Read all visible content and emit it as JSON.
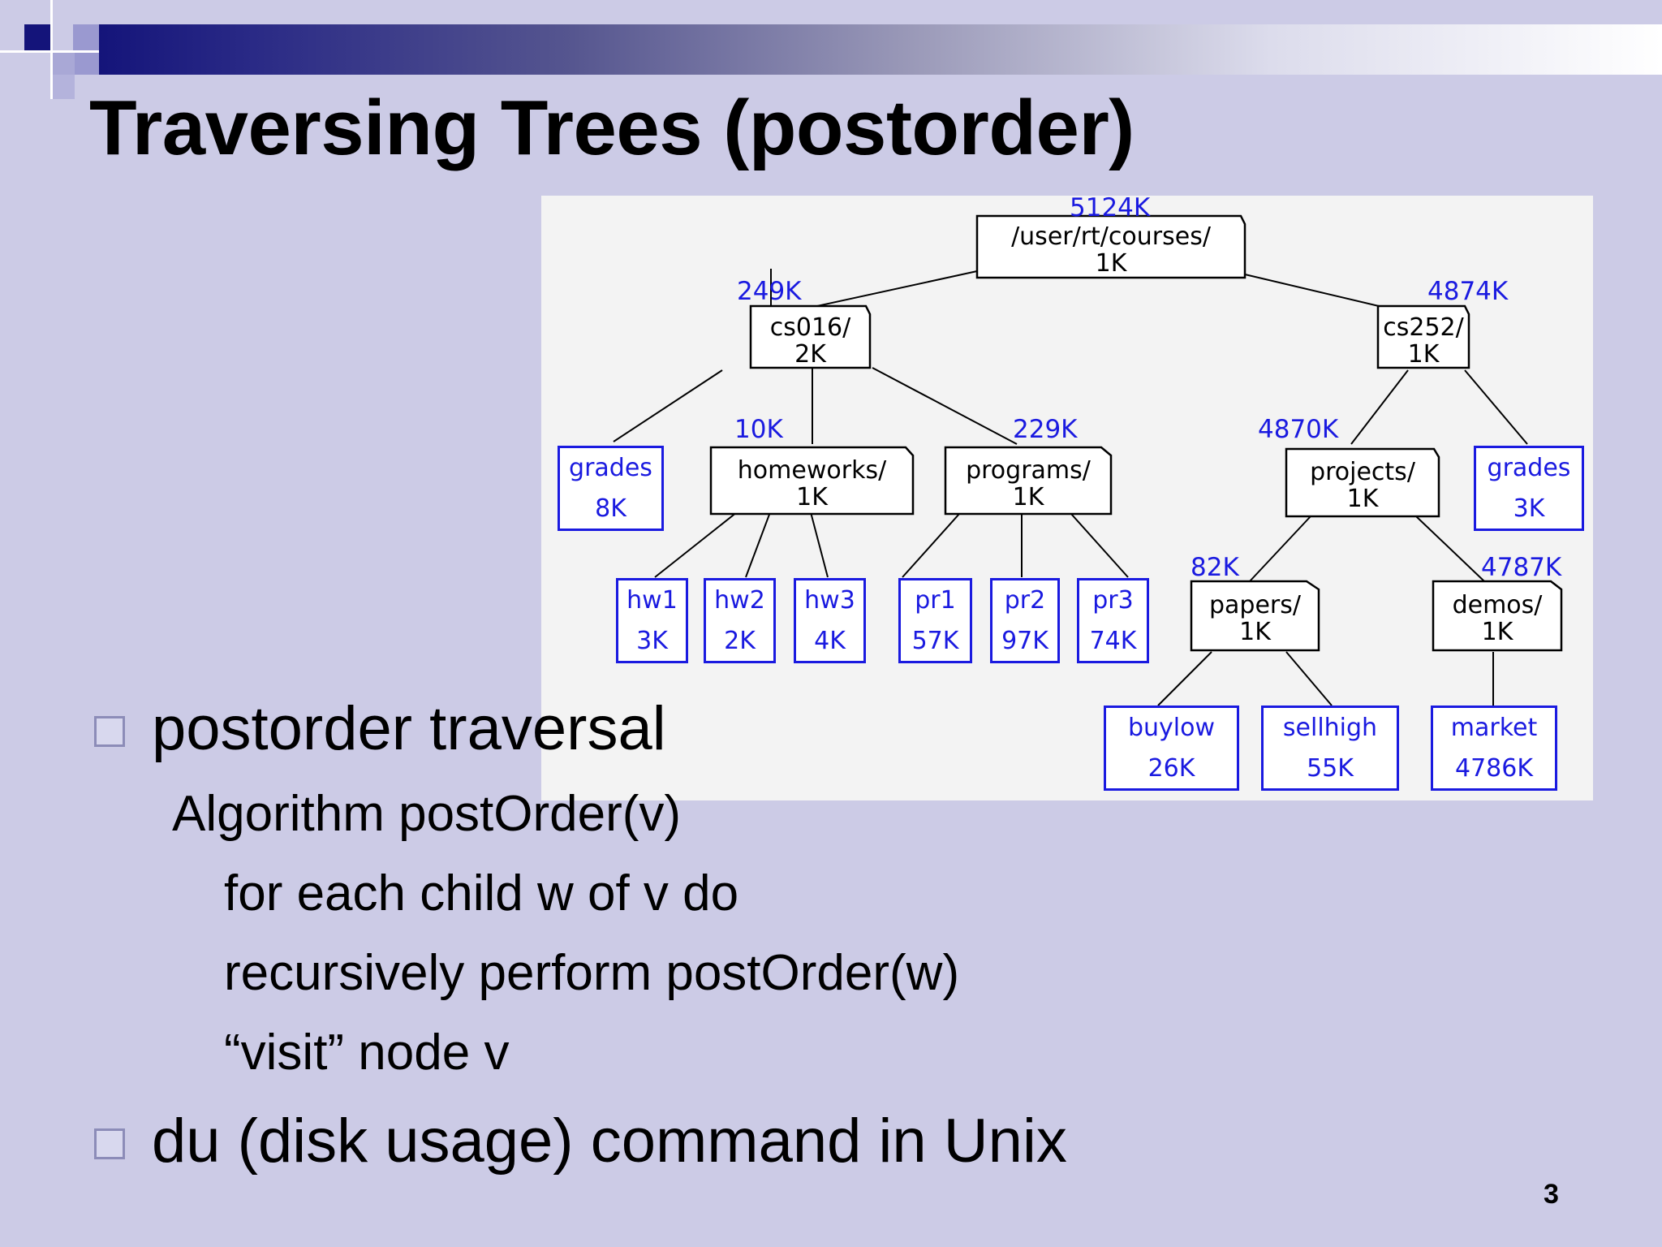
{
  "title": "Traversing Trees (postorder)",
  "tree": {
    "root": {
      "name": "/user/rt/courses/",
      "own": "1K",
      "total": "5124K"
    },
    "cs016": {
      "name": "cs016/",
      "own": "2K",
      "total": "249K"
    },
    "cs252": {
      "name": "cs252/",
      "own": "1K",
      "total": "4874K"
    },
    "grades_cs016": {
      "name": "grades",
      "size": "8K"
    },
    "homeworks": {
      "name": "homeworks/",
      "own": "1K",
      "total": "10K"
    },
    "programs": {
      "name": "programs/",
      "own": "1K",
      "total": "229K"
    },
    "projects": {
      "name": "projects/",
      "own": "1K",
      "total": "4870K"
    },
    "grades_cs252": {
      "name": "grades",
      "size": "3K"
    },
    "hw1": {
      "name": "hw1",
      "size": "3K"
    },
    "hw2": {
      "name": "hw2",
      "size": "2K"
    },
    "hw3": {
      "name": "hw3",
      "size": "4K"
    },
    "pr1": {
      "name": "pr1",
      "size": "57K"
    },
    "pr2": {
      "name": "pr2",
      "size": "97K"
    },
    "pr3": {
      "name": "pr3",
      "size": "74K"
    },
    "papers": {
      "name": "papers/",
      "own": "1K",
      "total": "82K"
    },
    "demos": {
      "name": "demos/",
      "own": "1K",
      "total": "4787K"
    },
    "buylow": {
      "name": "buylow",
      "size": "26K"
    },
    "sellhigh": {
      "name": "sellhigh",
      "size": "55K"
    },
    "market": {
      "name": "market",
      "size": "4786K"
    }
  },
  "bullets": [
    {
      "text": "postorder traversal"
    },
    {
      "text": "du (disk usage) command in Unix"
    }
  ],
  "algorithm": {
    "header": "Algorithm postOrder(v)",
    "lines": [
      "for each child w of v do",
      "recursively perform postOrder(w)",
      "“visit” node v"
    ]
  },
  "page_number": "3"
}
